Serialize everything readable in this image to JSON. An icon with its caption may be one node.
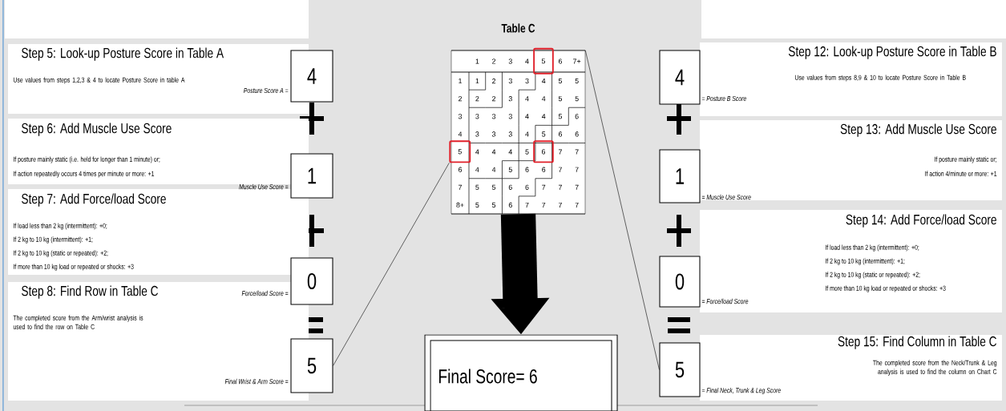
{
  "diagram": {
    "nodes": [
      {
        "text": [
          "Step 5: Look-up Posture Score in Table A",
          "Use values from steps 1,2,3 & 4 to locate Posture Score in table A"
        ]
      },
      {
        "text": [
          "4"
        ],
        "beside": [
          "Posture Score A ="
        ]
      },
      {
        "text": [
          "Step 6: Add Muscle Use Score",
          "If posture mainly static (i.e. held for longer than 1 minute) or;",
          "If action repeatedly occurs 4 times per minute or more: +1"
        ]
      },
      {
        "text": [
          "1"
        ],
        "beside": [
          "Muscle Use Score ="
        ]
      },
      {
        "text": [
          "Step 7: Add Force/load Score",
          "If load less than 2 kg (intermittent): +0;",
          "If 2 kg to 10 kg (intermittent): +1;",
          "If 2 kg to 10 kg (static or repeated): +2;",
          "If more than 10 kg load or repeated or shocks: +3"
        ]
      },
      {
        "text": [
          "0"
        ],
        "beside": [
          "Force/load Score ="
        ]
      },
      {
        "text": [
          "Step 8: Find Row in Table C",
          "The completed score from the Arm/wrist analysis is used to find the row on Table C"
        ]
      },
      {
        "text": [
          "5"
        ],
        "beside": [
          "Final Wrist & Arm Score ="
        ]
      },
      {
        "text": [
          "Table C"
        ]
      },
      {
        "text": [
          "5"
        ],
        "in": 8
      },
      {
        "text": [
          "5"
        ],
        "in": 8
      },
      {
        "text": [
          "6"
        ],
        "in": 8
      },
      {
        "text": [
          "Final Score= 6"
        ]
      },
      {
        "text": [
          "4"
        ],
        "beside": [
          "= Posture B Score"
        ]
      },
      {
        "text": [
          "Step 12: Look-up Posture Score in Table B",
          "Use values from steps 8,9 & 10 to locate Posture Score in Table B"
        ]
      },
      {
        "text": [
          "1"
        ],
        "beside": [
          "= Muscle Use Score"
        ]
      },
      {
        "text": [
          "Step 13: Add Muscle Use Score",
          "If posture mainly static or;",
          "If action 4/minute or more: +1"
        ]
      },
      {
        "text": [
          "0"
        ],
        "beside": [
          "= Force/load Score"
        ]
      },
      {
        "text": [
          "Step 14: Add Force/load Score",
          "If load less than 2 kg (intermittent): +0;",
          "If 2 kg to 10 kg (intermittent): +1;",
          "If 2 kg to 10 kg (static or repeated): +2;",
          "If more than 10 kg load or repeated or shocks: +3"
        ]
      },
      {
        "text": [
          "5"
        ],
        "beside": [
          "= Final Neck, Trunk & Leg Score"
        ]
      },
      {
        "text": [
          "Step 15: Find Column in Table C",
          "The completed score from the Neck/Trunk & Leg analysis is used to find the column on Chart C"
        ]
      }
    ],
    "edges": [
      {
        "from": 7,
        "to": 10,
        "arrow": "none"
      },
      {
        "from": 19,
        "to": 8,
        "arrow": "none"
      },
      {
        "from": 8,
        "to": 12,
        "arrow": "to",
        "style": "thick"
      }
    ],
    "labels": [
      "1",
      "2",
      "3",
      "4",
      "6",
      "7+",
      "1",
      "1",
      "2",
      "3",
      "3",
      "4",
      "5",
      "5",
      "2",
      "2",
      "2",
      "3",
      "4",
      "4",
      "5",
      "5",
      "3",
      "3",
      "3",
      "3",
      "4",
      "4",
      "5",
      "6",
      "4",
      "3",
      "3",
      "3",
      "4",
      "5",
      "6",
      "6",
      "4",
      "4",
      "4",
      "5",
      "7",
      "7",
      "6",
      "4",
      "4",
      "5",
      "6",
      "6",
      "7",
      "7",
      "7",
      "5",
      "5",
      "6",
      "6",
      "7",
      "7",
      "7",
      "8+",
      "5",
      "5",
      "6",
      "7",
      "7",
      "7",
      "7"
    ]
  }
}
